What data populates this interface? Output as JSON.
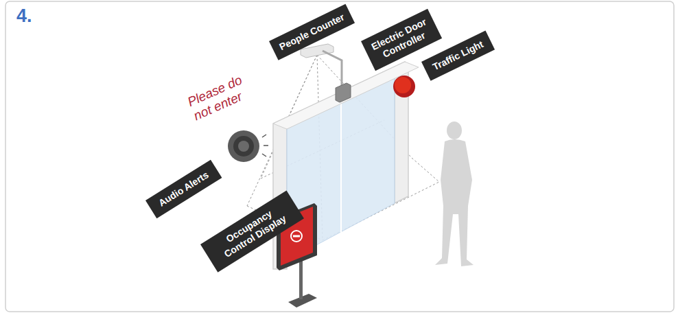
{
  "diagram": {
    "nodes": [
      {
        "text": [
          "People Counter"
        ]
      },
      {
        "text": [
          "Electric Door Controller"
        ]
      },
      {
        "text": [
          "Traffic Light"
        ]
      },
      {
        "text": [
          "Audio Alerts"
        ]
      },
      {
        "text": [
          "Occupancy Control Display"
        ]
      }
    ],
    "labels": [
      "4.",
      "Please do not enter"
    ]
  }
}
